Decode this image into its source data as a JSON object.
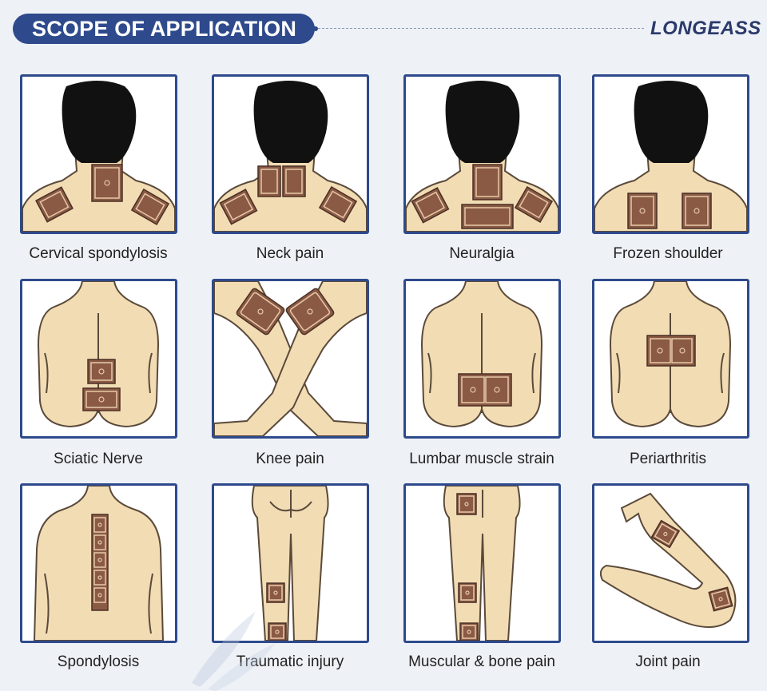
{
  "header": {
    "title": "SCOPE OF APPLICATION",
    "brand": "LONGEASS"
  },
  "items": [
    {
      "label": "Cervical spondylosis"
    },
    {
      "label": "Neck pain"
    },
    {
      "label": "Neuralgia"
    },
    {
      "label": "Frozen shoulder"
    },
    {
      "label": "Sciatic Nerve"
    },
    {
      "label": "Knee pain"
    },
    {
      "label": "Lumbar muscle strain"
    },
    {
      "label": "Periarthritis"
    },
    {
      "label": "Spondylosis"
    },
    {
      "label": "Traumatic injury"
    },
    {
      "label": "Muscular & bone pain"
    },
    {
      "label": "Joint pain"
    }
  ],
  "colors": {
    "accent": "#2e4a8c",
    "skin": "#f2dcb4",
    "patch": "#8a5a45",
    "hair": "#111111"
  }
}
